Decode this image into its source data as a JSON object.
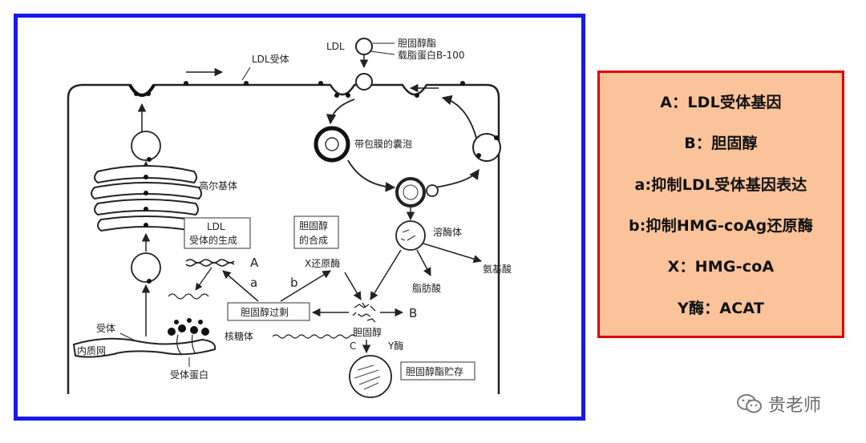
{
  "diagram": {
    "labels": {
      "ldl_top": "LDL",
      "cholesteryl_ester": "胆固醇酯",
      "apo_b100": "载脂蛋白B-100",
      "ldl_receptor": "LDL受体",
      "coated_vesicle": "带包膜的囊泡",
      "golgi": "高尔基体",
      "lysosome": "溶酶体",
      "receptor_synthesis": [
        "LDL",
        "受体的生成"
      ],
      "cholesterol_synthesis": [
        "胆固醇",
        "的合成"
      ],
      "gene_a": "A",
      "x_reductase": "X还原酶",
      "inhibit_a": "a",
      "inhibit_b": "b",
      "fatty_acid": "脂肪酸",
      "amino_acid": "氨基酸",
      "cholesterol_excess": "胆固醇过剩",
      "product_b": "B",
      "receptor": "受体",
      "er": "内质网",
      "ribosome": "核糖体",
      "cholesterol": "胆固醇",
      "c_label": "C",
      "y_enzyme": "Y酶",
      "receptor_protein": "受体蛋白",
      "ester_storage": "胆固醇酯贮存"
    }
  },
  "legend": {
    "lines": [
      "A：LDL受体基因",
      "B：胆固醇",
      "a:抑制LDL受体基因表达",
      "b:抑制HMG-coAg还原酶",
      "X：HMG-coA",
      "Y酶：ACAT"
    ]
  },
  "watermark": {
    "text": "贵老师",
    "icon": "wechat-icon"
  },
  "colors": {
    "frame": "#1818f0",
    "legend_bg": "#fbc39a",
    "legend_border": "#e00000"
  }
}
